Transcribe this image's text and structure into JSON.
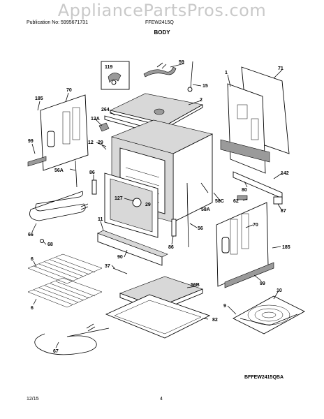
{
  "watermark": "AppliancePartsPros.com",
  "header": {
    "publication": "Publication No: 5995671731",
    "model": "FFEW2415Q",
    "section": "BODY"
  },
  "callouts": {
    "c119": "119",
    "c59": "59",
    "c15": "15",
    "c2": "2",
    "c1": "1",
    "c71": "71",
    "c185a": "185",
    "c70a": "70",
    "c264": "264",
    "c12A": "12A",
    "c12": "12",
    "c29a": "29",
    "c99a": "99",
    "c56A": "56A",
    "c86a": "86",
    "c127": "127",
    "c29b": "29",
    "c58A": "58A",
    "c58C": "58C",
    "c142": "142",
    "c80": "80",
    "c62": "62",
    "c87": "87",
    "c66": "66",
    "c68": "68",
    "c11": "11",
    "c90": "90",
    "c86b": "86",
    "c56": "56",
    "c70b": "70",
    "c185b": "185",
    "c6a": "6",
    "c37": "37",
    "c99b": "99",
    "c56B": "56B",
    "c10": "10",
    "c6b": "6",
    "c9": "9",
    "c82": "82",
    "c67": "67"
  },
  "diagram_code": "BFFEW2415QBA",
  "footer": {
    "date": "12/15",
    "page": "4"
  }
}
